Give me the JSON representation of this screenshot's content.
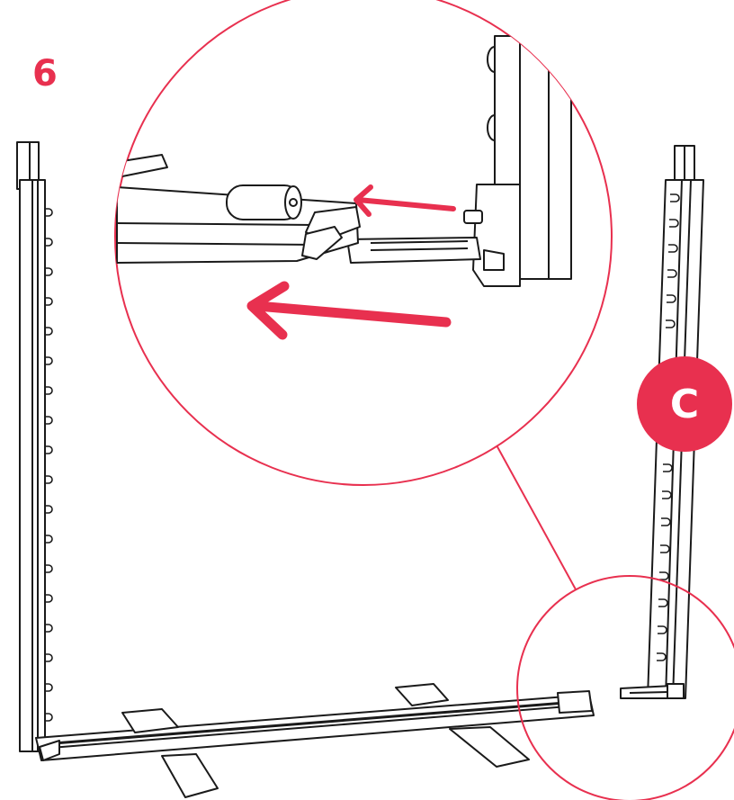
{
  "step": {
    "number": "6"
  },
  "part": {
    "label": "C"
  },
  "colors": {
    "accent": "#e8304f",
    "line": "#1a1a1a",
    "background": "#ffffff"
  },
  "callouts": {
    "magnifier": "detail-zoom-circle",
    "target_area": "corner-joint-circle",
    "insert_direction": "left-arrow"
  }
}
